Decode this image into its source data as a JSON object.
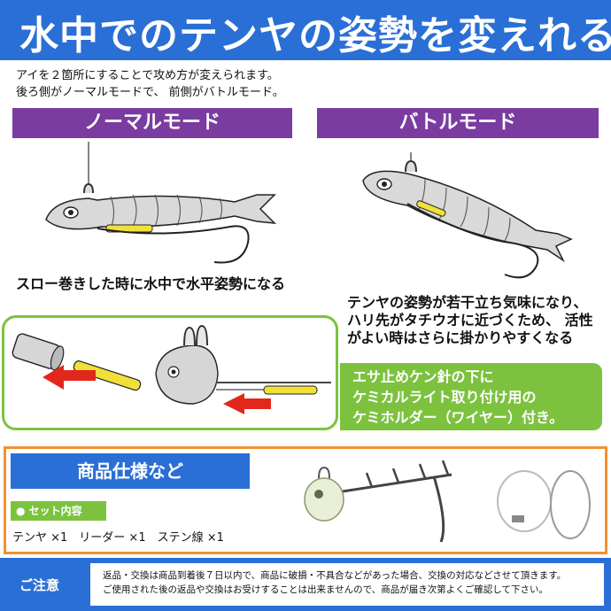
{
  "header": {
    "title": "水中でのテンヤの姿勢を変えれる"
  },
  "intro": {
    "line1": "アイを２箇所にすることで攻め方が変えられます。",
    "line2": "後ろ側がノーマルモードで、 前側がバトルモード。"
  },
  "modes": {
    "normal": {
      "label": "ノーマルモード",
      "caption": "スロー巻きした時に水中で水平姿勢になる"
    },
    "battle": {
      "label": "バトルモード",
      "caption_line1": "テンヤの姿勢が若干立ち気味になり、",
      "caption_line2": "ハリ先がタチウオに近づくため、 活性",
      "caption_line3": "がよい時はさらに掛かりやすくなる"
    }
  },
  "holder_note": {
    "line1": "エサ止めケン針の下に",
    "line2": "ケミカルライト取り付け用の",
    "line3": "ケミホルダー（ワイヤー）付き。"
  },
  "spec": {
    "title": "商品仕様など",
    "set_label": "● セット内容",
    "items": "テンヤ ×1　リーダー ×1　ステン線 ×1"
  },
  "notice": {
    "label": "ご注意",
    "line1": "返品・交換は商品到着後７日以内で、商品に破損・不具合などがあった場合、交換の対応などさせて頂きます。",
    "line2": "ご使用された後の返品や交換はお受けすることは出来ませんので、商品が届き次第よくご確認して下さい。"
  },
  "colors": {
    "brand_blue": "#2a6fd6",
    "mode_purple": "#7a3ca0",
    "accent_green": "#7cc23f",
    "frame_orange": "#f2922e",
    "arrow_red": "#e2281b",
    "chem_yellow": "#f2e03a"
  }
}
